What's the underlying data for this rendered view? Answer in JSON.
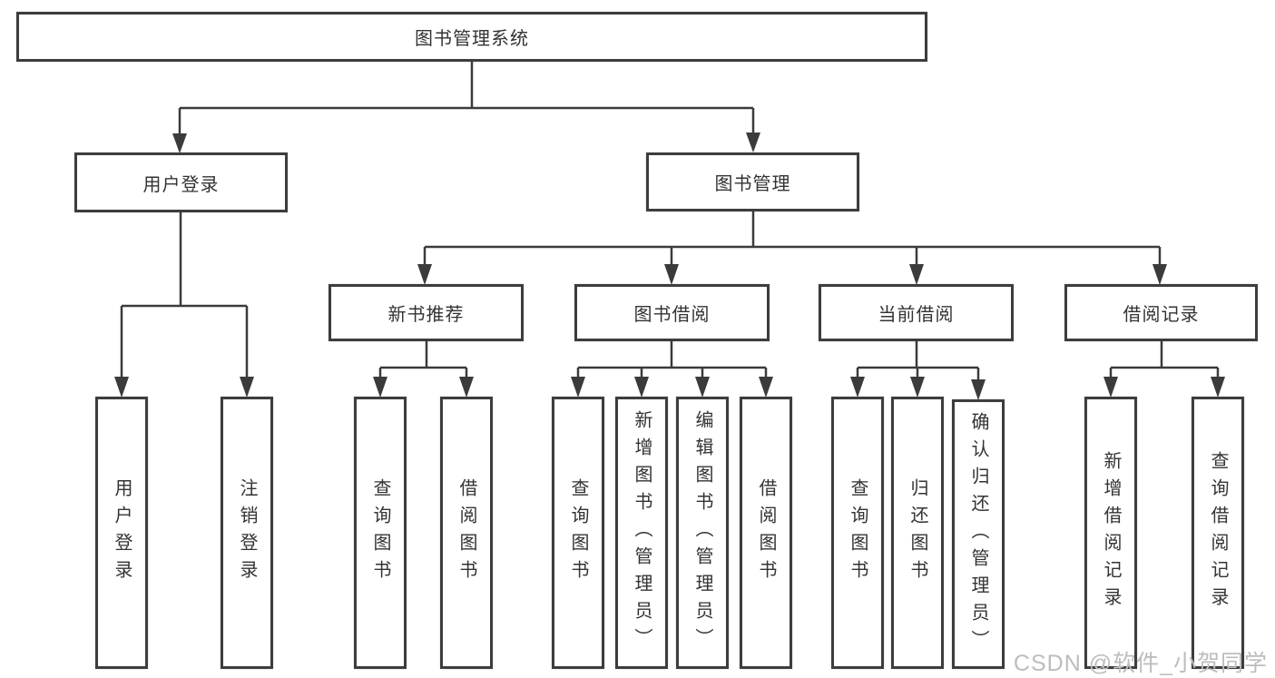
{
  "diagram": {
    "root": {
      "label": "图书管理系统"
    },
    "children": [
      {
        "label": "用户登录",
        "children": [
          {
            "label": "用户登录"
          },
          {
            "label": "注销登录"
          }
        ]
      },
      {
        "label": "图书管理",
        "children": [
          {
            "label": "新书推荐",
            "children": [
              {
                "label": "查询图书"
              },
              {
                "label": "借阅图书"
              }
            ]
          },
          {
            "label": "图书借阅",
            "children": [
              {
                "label": "查询图书"
              },
              {
                "label": "新增图书（管理员）"
              },
              {
                "label": "编辑图书（管理员）"
              },
              {
                "label": "借阅图书"
              }
            ]
          },
          {
            "label": "当前借阅",
            "children": [
              {
                "label": "查询图书"
              },
              {
                "label": "归还图书"
              },
              {
                "label": "确认归还（管理员）"
              }
            ]
          },
          {
            "label": "借阅记录",
            "children": [
              {
                "label": "新增借阅记录"
              },
              {
                "label": "查询借阅记录"
              }
            ]
          }
        ]
      }
    ]
  },
  "watermark": {
    "text": "CSDN @软件_小贺同学"
  },
  "colors": {
    "line": "#3b3b3b",
    "border": "#3d3d3d",
    "text": "#333333",
    "watermark": "#bdbdbd",
    "background": "#ffffff"
  }
}
